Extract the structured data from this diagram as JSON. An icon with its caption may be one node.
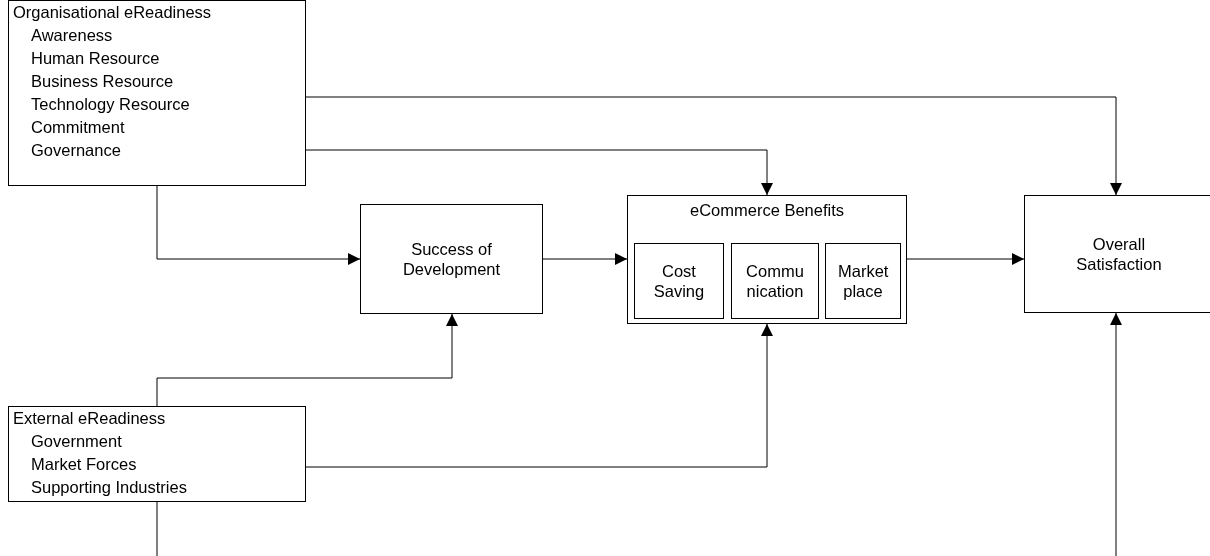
{
  "diagram": {
    "nodes": [
      {
        "text": [
          "Organisational eReadiness",
          "Awareness",
          "Human Resource",
          "Business Resource",
          "Technology Resource",
          "Commitment",
          "Governance"
        ]
      },
      {
        "text": [
          "Success of Development"
        ]
      },
      {
        "text": [
          "eCommerce Benefits"
        ]
      },
      {
        "text": [
          "Cost Saving"
        ],
        "in": 2
      },
      {
        "text": [
          "Commu nication"
        ],
        "in": 2
      },
      {
        "text": [
          "Market place"
        ],
        "in": 2
      },
      {
        "text": [
          "Overall Satisfaction"
        ]
      },
      {
        "text": [
          "External eReadiness",
          "Government",
          "Market Forces",
          "Supporting Industries"
        ]
      }
    ],
    "edges": [
      {
        "from": 0,
        "to": 6,
        "arrow": "to"
      },
      {
        "from": 0,
        "to": 2,
        "arrow": "to"
      },
      {
        "from": 0,
        "to": 1,
        "arrow": "to"
      },
      {
        "from": 1,
        "to": 2,
        "arrow": "to"
      },
      {
        "from": 2,
        "to": 6,
        "arrow": "to"
      },
      {
        "from": 7,
        "to": 1,
        "arrow": "to"
      },
      {
        "from": 7,
        "to": 2,
        "arrow": "to"
      },
      {
        "from": 7,
        "to": 6,
        "arrow": "to"
      }
    ]
  }
}
